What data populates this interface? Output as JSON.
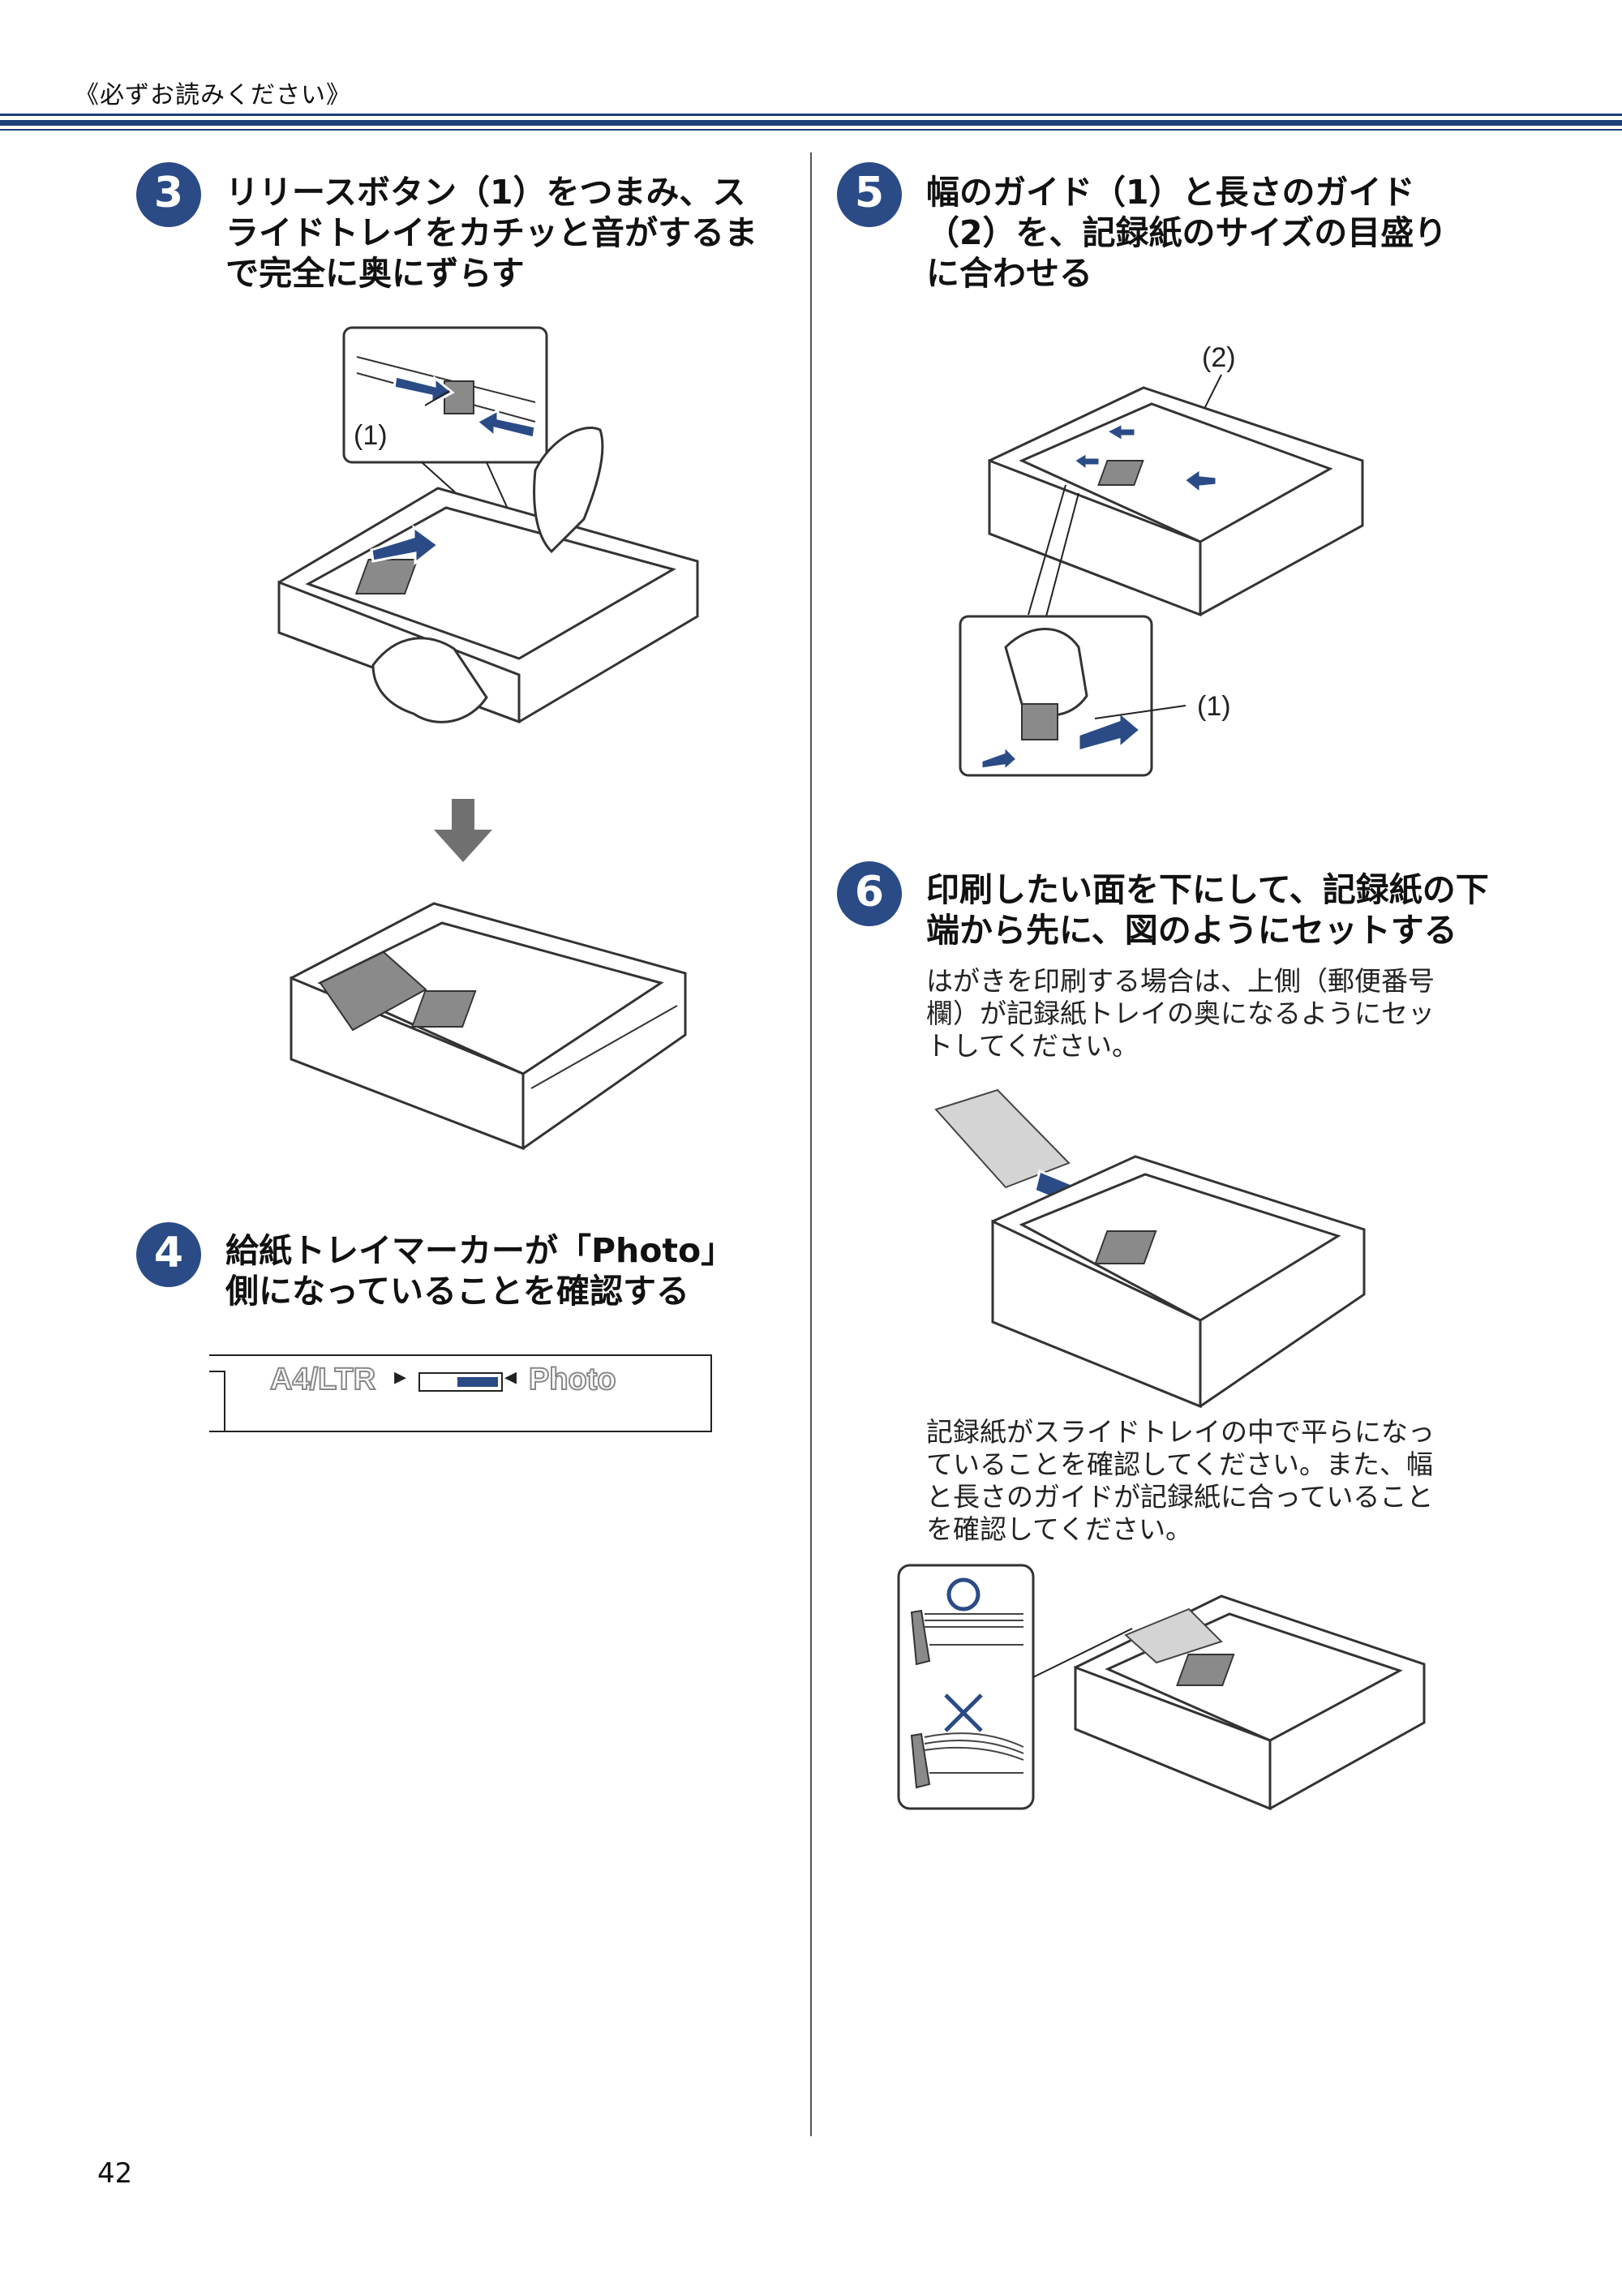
{
  "header": {
    "title": "《必ずお読みください》"
  },
  "steps": {
    "s3": {
      "num": "3",
      "title_lines": [
        "リリースボタン（1）をつまみ、ス",
        "ライドトレイをカチッと音がするま",
        "で完全に奥にずらす"
      ],
      "callout": "(1)"
    },
    "s4": {
      "num": "4",
      "title_lines": [
        "給紙トレイマーカーが「Photo」",
        "側になっていることを確認する"
      ],
      "marker": {
        "left_label": "A4/LTR",
        "right_label": "Photo",
        "arrow_right": "▸",
        "arrow_left": "◂"
      }
    },
    "s5": {
      "num": "5",
      "title_lines": [
        "幅のガイド（1）と長さのガイド",
        "（2）を、記録紙のサイズの目盛り",
        "に合わせる"
      ],
      "callout_2": "(2)",
      "callout_1": "(1)"
    },
    "s6": {
      "num": "6",
      "title_lines": [
        "印刷したい面を下にして、記録紙の下",
        "端から先に、図のようにセットする"
      ],
      "note_lines": [
        "はがきを印刷する場合は、上側（郵便番号",
        "欄）が記録紙トレイの奥になるようにセッ",
        "トしてください。"
      ],
      "note2_lines": [
        "記録紙がスライドトレイの中で平らになっ",
        "ていることを確認してください。また、幅",
        "と長さのガイドが記録紙に合っていること",
        "を確認してください。"
      ],
      "ok_mark": "○",
      "ng_mark": "×"
    }
  },
  "page_number": "42",
  "colors": {
    "accent": "#2a4b86",
    "rule": "#1e3f7a"
  }
}
